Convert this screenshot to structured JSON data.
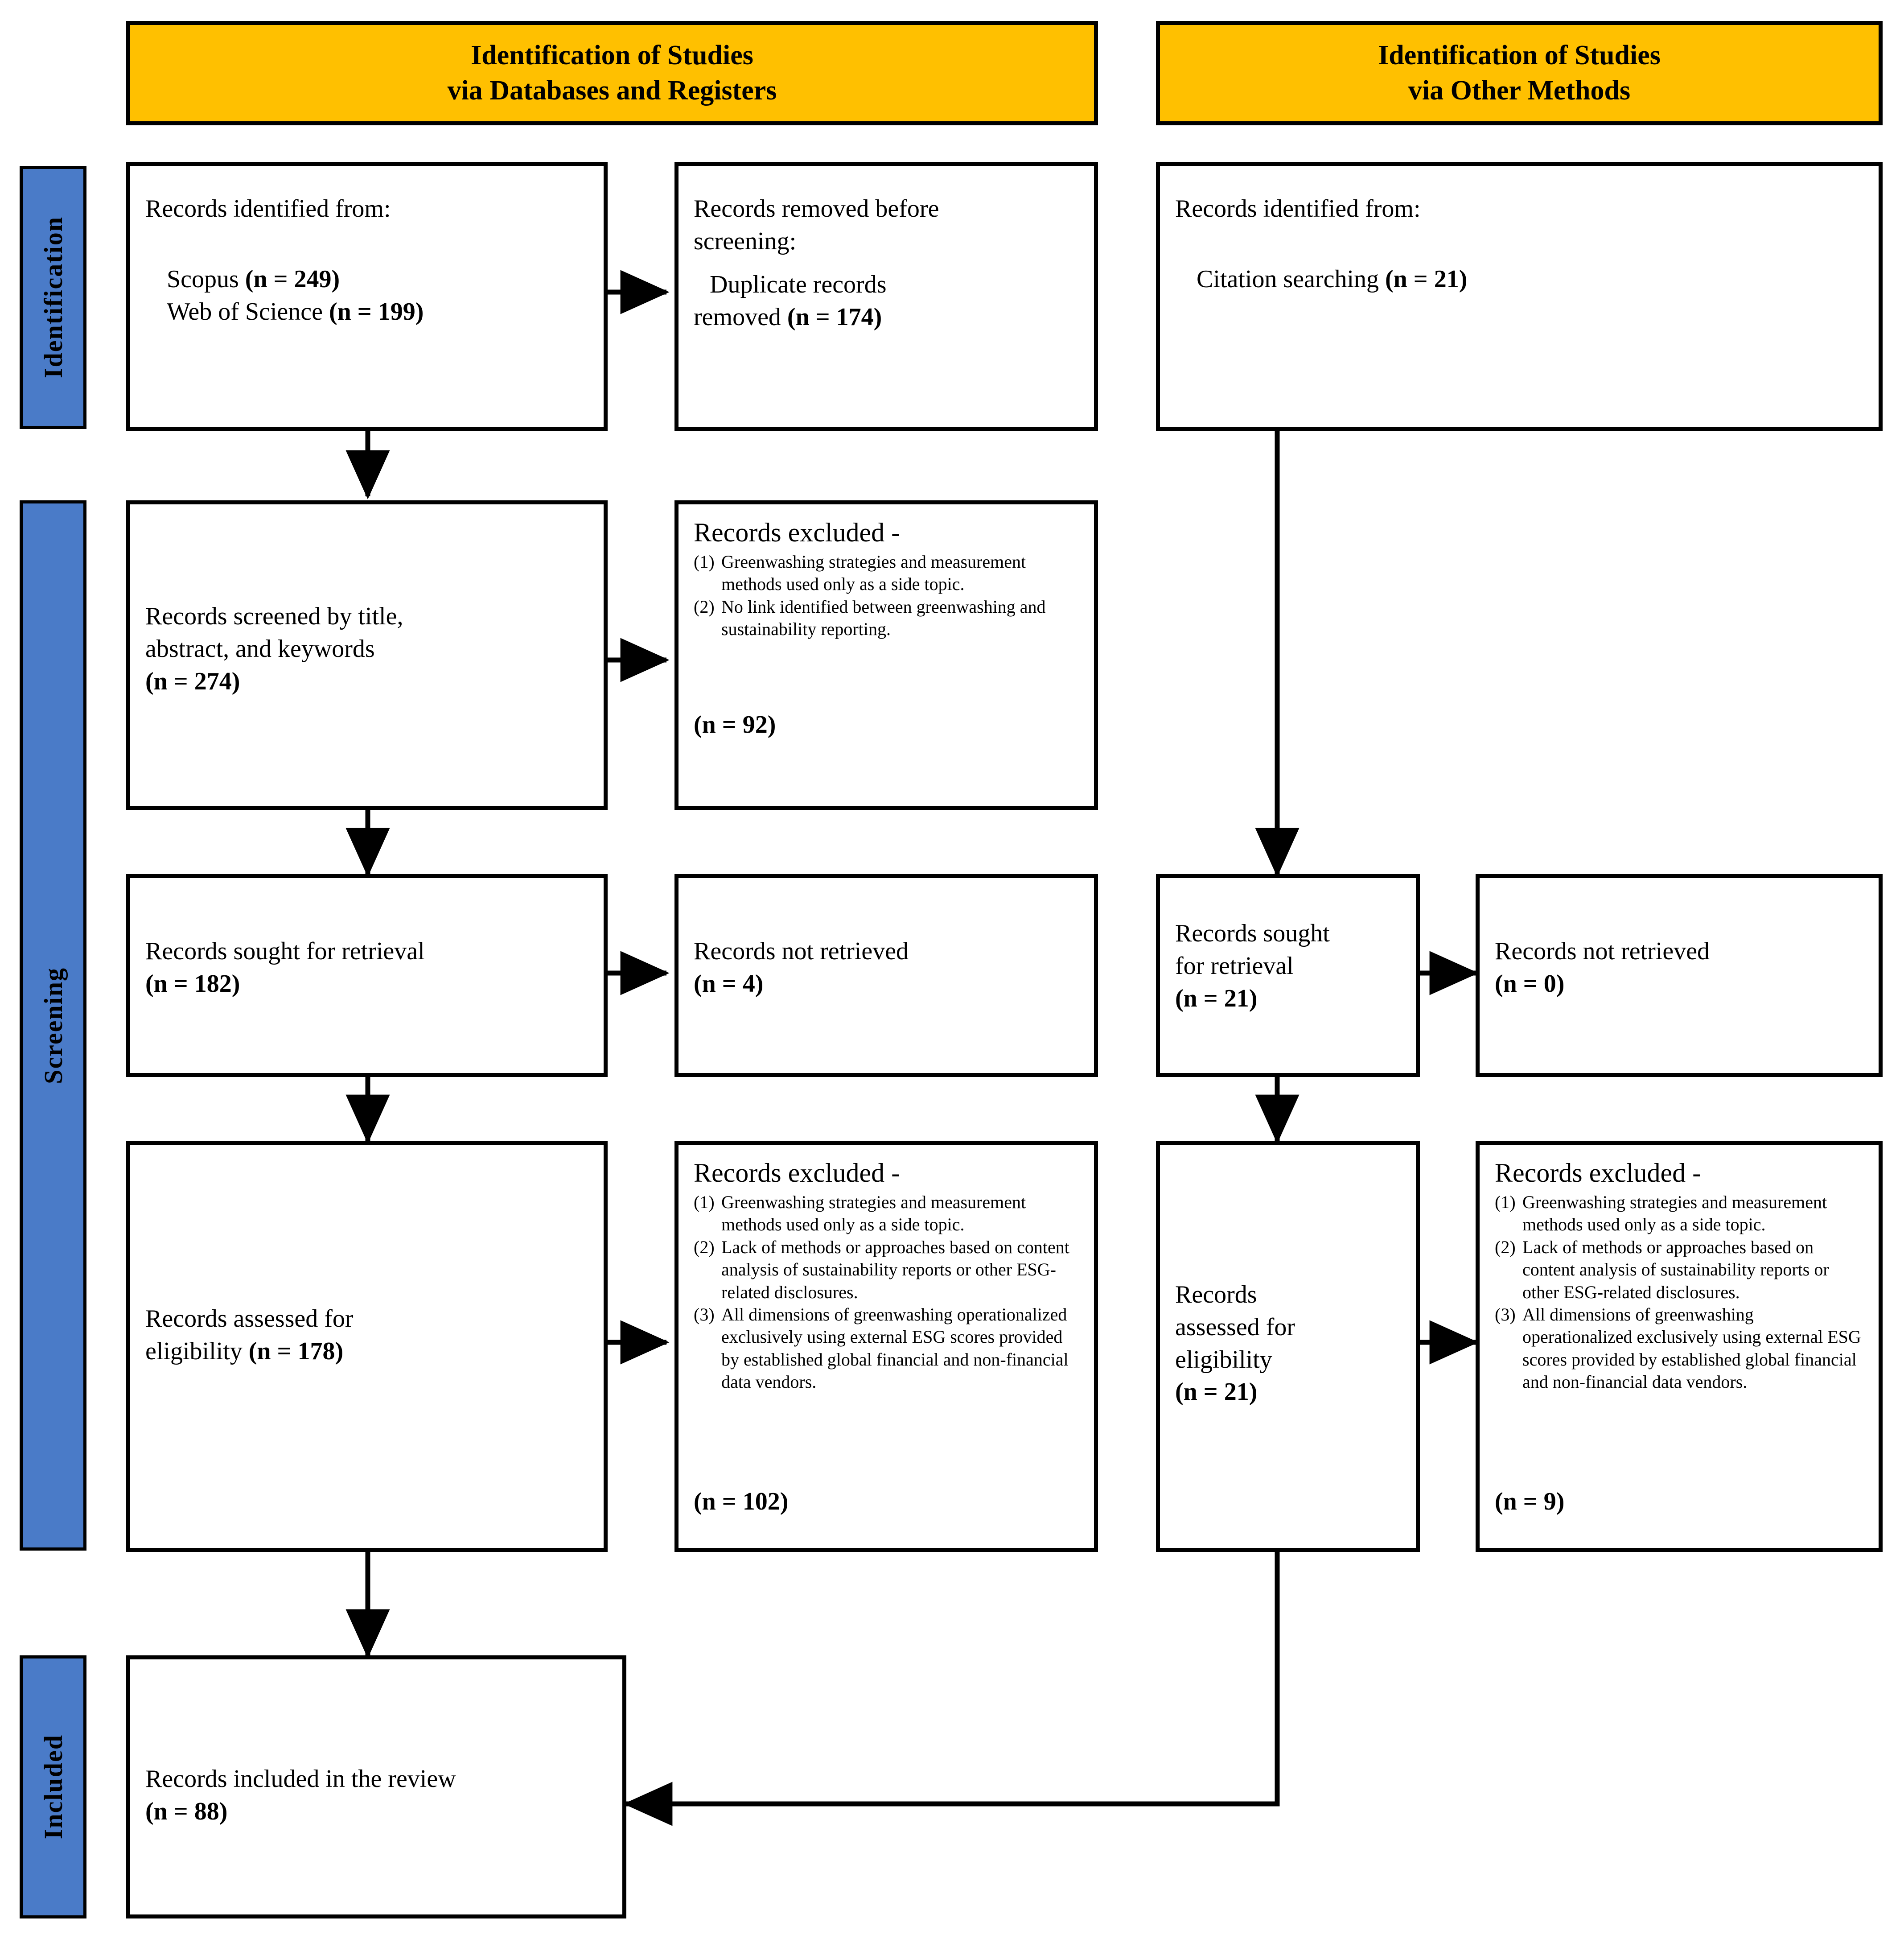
{
  "headers": {
    "left": "Identification of Studies\nvia Databases and Registers",
    "left_line1": "Identification of Studies",
    "left_line2": "via Databases and Registers",
    "right_line1": "Identification of Studies",
    "right_line2": "via Other Methods"
  },
  "stage_labels": {
    "identification": "Identification",
    "screening": "Screening",
    "included": "Included"
  },
  "colors": {
    "header_fill": "#FFC000",
    "stage_fill": "#4A7BC8",
    "border": "#000000",
    "background": "#FFFFFF"
  },
  "boxes": {
    "identified_db": {
      "line1": "Records identified from:",
      "line2_label": "Scopus ",
      "line2_n": "(n = 249)",
      "line3_label": "Web of Science ",
      "line3_n": "(n = 199)"
    },
    "removed_before_screening": {
      "line1": "Records removed before",
      "line2": "screening:",
      "line3": "Duplicate records",
      "line4_label": "removed  ",
      "line4_n": "(n = 174)"
    },
    "identified_other": {
      "line1": "Records identified from:",
      "line2_label": "Citation searching ",
      "line2_n": "(n = 21)"
    },
    "screened": {
      "line1": "Records screened by title,",
      "line2": "abstract, and keywords",
      "n": "(n = 274)"
    },
    "excluded_screening": {
      "title": "Records excluded -",
      "reasons": [
        {
          "num": "(1)",
          "text": "Greenwashing strategies and measurement methods used only as a side topic."
        },
        {
          "num": "(2)",
          "text": "No link identified between greenwashing and sustainability reporting."
        }
      ],
      "n": "(n = 92)"
    },
    "sought_db": {
      "line1": "Records sought for retrieval",
      "n": "(n = 182)"
    },
    "not_retrieved_db": {
      "line1": "Records not retrieved",
      "n": "(n = 4)"
    },
    "sought_other": {
      "line1": "Records sought",
      "line2": "for retrieval",
      "n": "(n = 21)"
    },
    "not_retrieved_other": {
      "line1": "Records not retrieved",
      "n": "(n = 0)"
    },
    "assessed_db": {
      "line1": "Records assessed for",
      "line2_label": "eligibility ",
      "line2_n": "(n = 178)"
    },
    "excluded_eligibility_db": {
      "title": "Records excluded -",
      "reasons": [
        {
          "num": "(1)",
          "text": "Greenwashing strategies and measurement methods used only as a side topic."
        },
        {
          "num": "(2)",
          "text": "Lack of methods or approaches based on content analysis of sustainability reports or other ESG-related disclosures."
        },
        {
          "num": "(3)",
          "text": "All dimensions of greenwashing operationalized exclusively using external ESG scores provided by established global financial and non-financial data vendors."
        }
      ],
      "n": "(n = 102)"
    },
    "assessed_other": {
      "line1": "Records",
      "line2": "assessed for",
      "line3": "eligibility",
      "n": "(n = 21)"
    },
    "excluded_eligibility_other": {
      "title": "Records excluded -",
      "reasons": [
        {
          "num": "(1)",
          "text": "Greenwashing strategies and measurement methods used only as a side topic."
        },
        {
          "num": "(2)",
          "text": "Lack of methods or approaches based on content analysis of sustainability reports or other ESG-related disclosures."
        },
        {
          "num": "(3)",
          "text": "All dimensions of greenwashing operationalized exclusively using external ESG scores provided by established global financial and non-financial data vendors."
        }
      ],
      "n": "(n = 9)"
    },
    "included": {
      "line1": "Records included in the review",
      "n": "(n = 88)"
    }
  }
}
